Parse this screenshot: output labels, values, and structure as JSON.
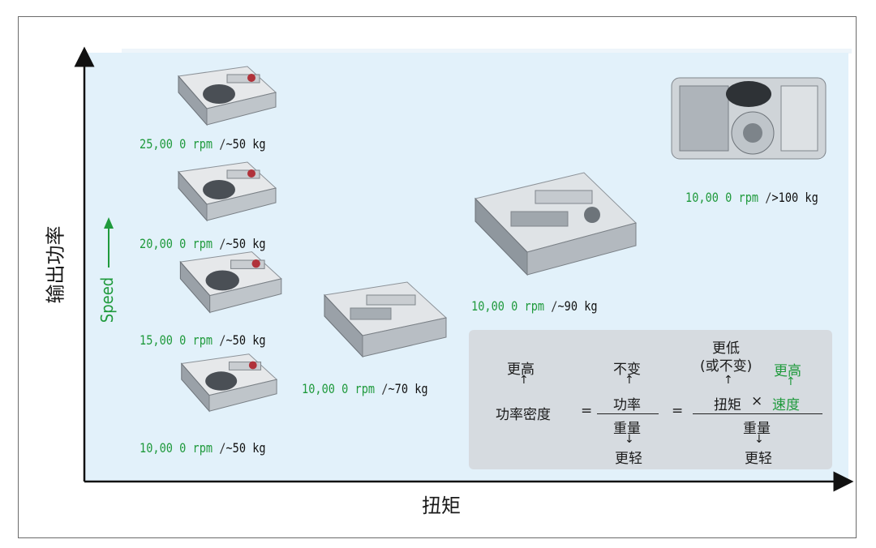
{
  "axes": {
    "y_label": "输出功率",
    "x_label": "扭矩",
    "speed_label": "Speed"
  },
  "motors": [
    {
      "rpm": "25,00 0 rpm",
      "sep": " /",
      "weight": "~50 kg"
    },
    {
      "rpm": "20,00 0 rpm",
      "sep": " /",
      "weight": "~50 kg"
    },
    {
      "rpm": "15,00 0 rpm",
      "sep": " /",
      "weight": "~50 kg"
    },
    {
      "rpm": "10,00 0 rpm",
      "sep": " /",
      "weight": "~50 kg"
    },
    {
      "rpm": "10,00 0 rpm",
      "sep": " /",
      "weight": "~70 kg"
    },
    {
      "rpm": "10,00 0 rpm",
      "sep": " /",
      "weight": "~90 kg"
    },
    {
      "rpm": "10,00 0 rpm",
      "sep": " /",
      "weight": ">100 kg"
    }
  ],
  "formula": {
    "density_label": "功率密度",
    "density_change": "更高",
    "eq1": "=",
    "eq2": "=",
    "numerator1": "功率",
    "numerator1_change": "不变",
    "denominator1": "重量",
    "denominator1_change": "更轻",
    "torque": "扭矩",
    "times": "×",
    "torque_change_line1": "更低",
    "torque_change_line2": "(或不变)",
    "speed": "速度",
    "speed_change": "更高",
    "denominator2": "重量",
    "denominator2_change": "更轻"
  },
  "colors": {
    "accent_green": "#1f9a3c",
    "panel_bg": "#e2f1fa",
    "formula_bg": "#d6dbe0"
  },
  "icons": [
    "arrow-up-icon",
    "motor-illustration"
  ]
}
